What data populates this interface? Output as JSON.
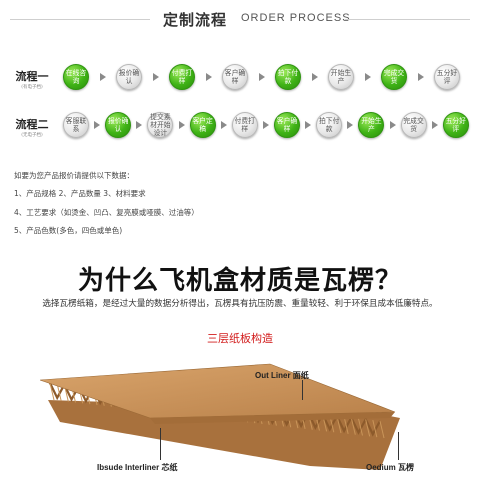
{
  "header": {
    "title": "定制流程",
    "subtitle": "ORDER PROCESS"
  },
  "process": {
    "rows": [
      {
        "label": "流程一",
        "note": "(有电子档)",
        "steps": [
          {
            "text": "在线咨询",
            "state": "active"
          },
          {
            "text": "报价确认",
            "state": "inactive"
          },
          {
            "text": "付费打样",
            "state": "active"
          },
          {
            "text": "客户确样",
            "state": "inactive"
          },
          {
            "text": "拍下付款",
            "state": "active"
          },
          {
            "text": "开始生产",
            "state": "inactive"
          },
          {
            "text": "完成交货",
            "state": "active"
          },
          {
            "text": "五分好评",
            "state": "inactive"
          }
        ]
      },
      {
        "label": "流程二",
        "note": "(无电子档)",
        "steps": [
          {
            "text": "客服联系",
            "state": "inactive"
          },
          {
            "text": "报价确认",
            "state": "active"
          },
          {
            "text": "提交素材开始设计",
            "state": "inactive"
          },
          {
            "text": "客户定稿",
            "state": "active"
          },
          {
            "text": "付费打样",
            "state": "inactive"
          },
          {
            "text": "客户确样",
            "state": "active"
          },
          {
            "text": "拍下付款",
            "state": "inactive"
          },
          {
            "text": "开始生产",
            "state": "active"
          },
          {
            "text": "完成交货",
            "state": "inactive"
          },
          {
            "text": "五分好评",
            "state": "active"
          }
        ]
      }
    ]
  },
  "requirements": {
    "intro": "如要为您产品报价请提供以下数据：",
    "lines": [
      "1、产品规格   2、产品数量   3、材料要求",
      "4、工艺要求（如烫金、凹凸、复亮膜或哑膜、过油等）",
      "5、产品色数(多色，四色或单色)"
    ]
  },
  "headline": "为什么飞机盒材质是瓦楞？",
  "description": "选择瓦楞纸箱，是经过大量的数据分析得出，瓦楞具有抗压防震、重量较轻、利于环保且成本低廉特点。",
  "structure": {
    "title": "三层纸板构造",
    "labels": {
      "outer": {
        "en": "Out Liner",
        "cn": "面纸"
      },
      "inner": {
        "en": "Ibsude Interliner",
        "cn": "芯纸"
      },
      "medium": {
        "en": "Oedium",
        "cn": "瓦楞"
      }
    }
  },
  "colors": {
    "active": "#3fb316",
    "inactive": "#e0e0e0",
    "accent": "#d21c1c",
    "board": "#c58a4f"
  }
}
